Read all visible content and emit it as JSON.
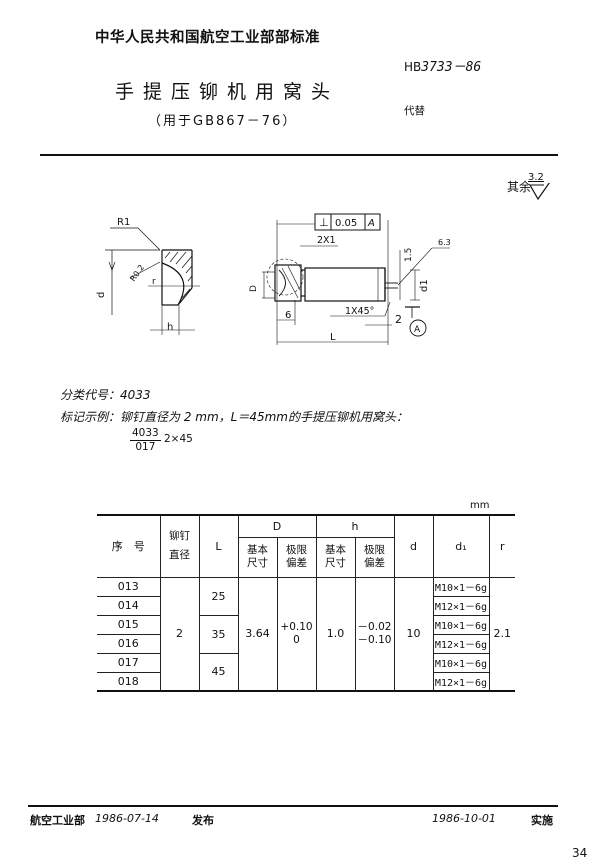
{
  "header": {
    "organization": "中华人民共和国航空工业部部标准",
    "title": "手提压铆机用窝头",
    "subtitle": "（用于GB867－76）",
    "standard_prefix": "HB",
    "standard_number": "3733－86",
    "replaces_label": "代替"
  },
  "roughness": {
    "rest_label": "其余",
    "rest_value": "3.2"
  },
  "drawing": {
    "detail_view": {
      "labels": [
        "R1",
        "R0.2",
        "r",
        "d",
        "h",
        "6.3"
      ]
    },
    "main_view": {
      "tolerance_frame": {
        "symbol": "⊥",
        "value": "0.05",
        "datum": "A"
      },
      "labels": [
        "2X1",
        "D",
        "6",
        "L",
        "1X45°",
        "1.5",
        "2",
        "d1",
        "6.3",
        "A"
      ]
    }
  },
  "notes": {
    "classification_code": "分类代号：4033",
    "marking_example": "标记示例：铆钉直径为 2 mm，L＝45mm的手提压铆机用窝头：",
    "marking_numerator": "4033",
    "marking_denominator": "017",
    "marking_suffix": "2×45"
  },
  "table": {
    "unit": "mm",
    "headers": {
      "serial": "序　号",
      "rivet_diameter": [
        "铆钉",
        "直径"
      ],
      "L": "L",
      "D": "D",
      "h": "h",
      "basic_size": [
        "基本",
        "尺寸"
      ],
      "limit_deviation": [
        "极限",
        "偏差"
      ],
      "d": "d",
      "d1": "d₁",
      "r": "r"
    },
    "rows": [
      {
        "serial": "013",
        "d1": "M10×1－6g"
      },
      {
        "serial": "014",
        "d1": "M12×1－6g"
      },
      {
        "serial": "015",
        "d1": "M10×1－6g"
      },
      {
        "serial": "016",
        "d1": "M12×1－6g"
      },
      {
        "serial": "017",
        "d1": "M10×1－6g"
      },
      {
        "serial": "018",
        "d1": "M12×1－6g"
      }
    ],
    "merged": {
      "rivet_diameter": "2",
      "L_values": [
        "25",
        "35",
        "45"
      ],
      "D_basic": "3.64",
      "D_dev_upper": "+0.10",
      "D_dev_lower": "0",
      "h_basic": "1.0",
      "h_dev_upper": "－0.02",
      "h_dev_lower": "－0.10",
      "d": "10",
      "r": "2.1"
    }
  },
  "footer": {
    "organization": "航空工业部",
    "publish_date": "1986-07-14",
    "publish_label": "发布",
    "implement_date": "1986-10-01",
    "implement_label": "实施",
    "page_number": "34"
  }
}
